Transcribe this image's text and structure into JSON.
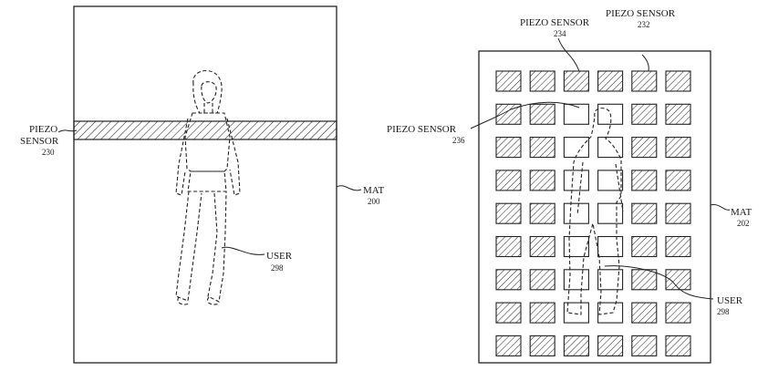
{
  "left_figure": {
    "piezo_label_line1": "PIEZO",
    "piezo_label_line2": "SENSOR",
    "piezo_number": "230",
    "mat_label": "MAT",
    "mat_number": "200",
    "user_label": "USER",
    "user_number": "298"
  },
  "right_figure": {
    "piezo_a_label": "PIEZO SENSOR",
    "piezo_a_number": "234",
    "piezo_b_label": "PIEZO SENSOR",
    "piezo_b_number": "232",
    "piezo_c_label": "PIEZO SENSOR",
    "piezo_c_number": "236",
    "mat_label": "MAT",
    "mat_number": "202",
    "user_label": "USER",
    "user_number": "298",
    "grid": {
      "rows": 9,
      "cols": 6
    },
    "active_cells": [
      [
        1,
        2
      ],
      [
        1,
        3
      ],
      [
        2,
        2
      ],
      [
        2,
        3
      ],
      [
        3,
        2
      ],
      [
        3,
        3
      ],
      [
        4,
        2
      ],
      [
        4,
        3
      ],
      [
        5,
        2
      ],
      [
        5,
        3
      ],
      [
        6,
        2
      ],
      [
        6,
        3
      ],
      [
        7,
        2
      ],
      [
        7,
        3
      ]
    ]
  },
  "colors": {
    "line": "#222222",
    "background": "#ffffff"
  }
}
